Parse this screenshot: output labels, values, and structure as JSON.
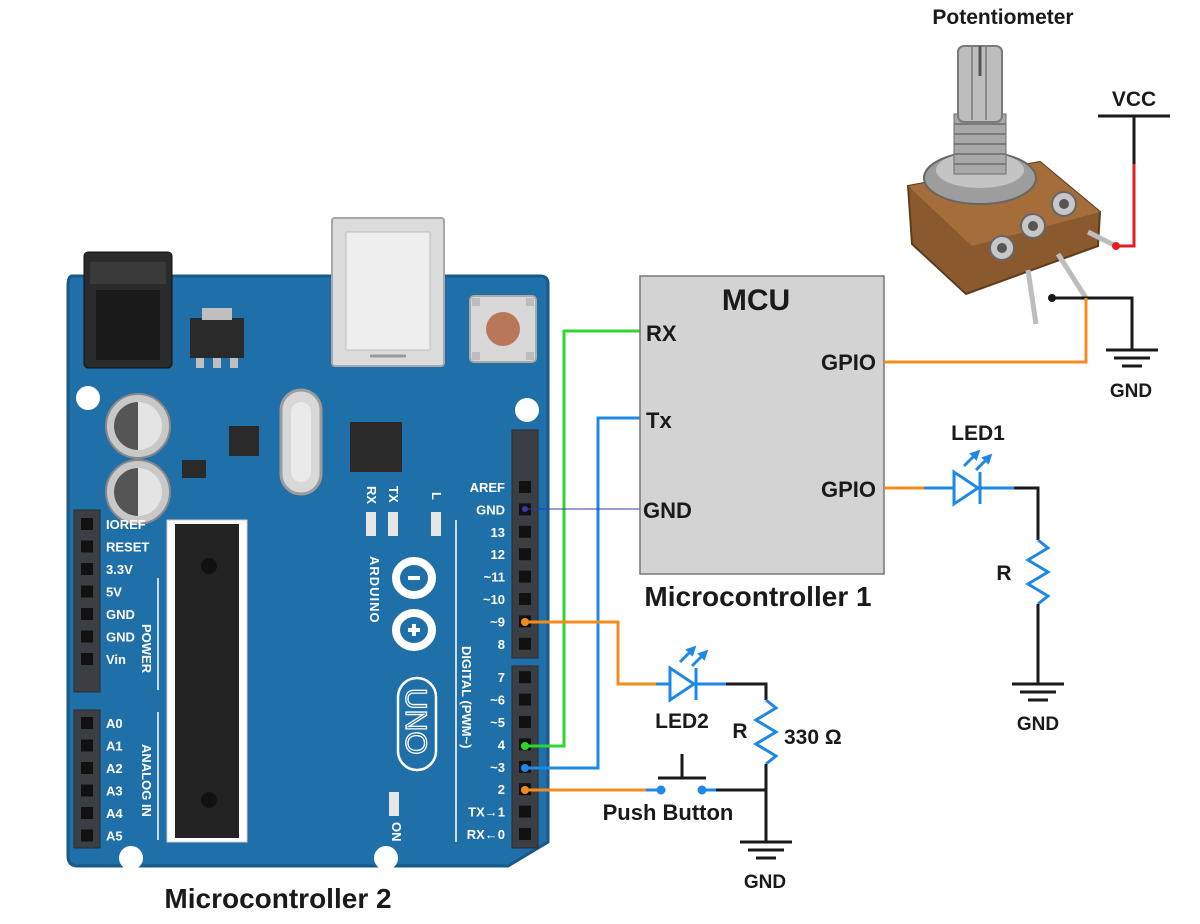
{
  "labels": {
    "potentiometer": "Potentiometer",
    "vcc": "VCC",
    "gnd_pot": "GND",
    "mcu": "MCU",
    "rx": "RX",
    "tx": "Tx",
    "gnd_mcu": "GND",
    "gpio1": "GPIO",
    "gpio2": "GPIO",
    "microcontroller1": "Microcontroller 1",
    "led1": "LED1",
    "r1": "R",
    "gnd_led1": "GND",
    "led2": "LED2",
    "r2": "R",
    "r2_value": "330 Ω",
    "push_button": "Push Button",
    "gnd_bottom": "GND",
    "microcontroller2": "Microcontroller 2"
  },
  "arduino": {
    "brand": "ARDUINO",
    "model": "UNO",
    "digital_label": "DIGITAL (PWM~)",
    "power_label": "POWER",
    "analog_label": "ANALOG IN",
    "rx_led": "RX",
    "tx_led": "TX",
    "l_led": "L",
    "on_led": "ON",
    "digital_pins": [
      "AREF",
      "GND",
      "13",
      "12",
      "~11",
      "~10",
      "~9",
      "8",
      "7",
      "~6",
      "~5",
      "4",
      "~3",
      "2",
      "TX→1",
      "RX←0"
    ],
    "power_pins": [
      "IOREF",
      "RESET",
      "3.3V",
      "5V",
      "GND",
      "GND",
      "Vin"
    ],
    "analog_pins": [
      "A0",
      "A1",
      "A2",
      "A3",
      "A4",
      "A5"
    ]
  },
  "colors": {
    "board": "#1f6fa8",
    "board_dark": "#17598a",
    "rx_wire": "#2fd62f",
    "tx_wire": "#1e88e5",
    "gpio_wire": "#f28c1e",
    "vcc_wire": "#e02020",
    "gnd_wire": "#1a1a1a",
    "mcu_fill": "#d3d3d3",
    "component_blue": "#1e88e5"
  }
}
